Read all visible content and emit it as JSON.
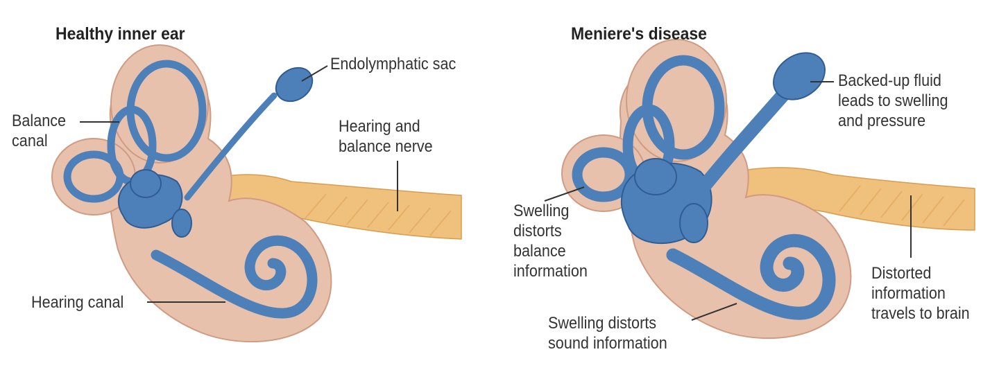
{
  "colors": {
    "tissue": "#e8c1ac",
    "tissue_edge": "#cf9b82",
    "fluid": "#4d80b8",
    "fluid_edge": "#2f5d93",
    "nerve": "#f0c07d",
    "nerve_edge": "#d99c4c",
    "leader": "#333333"
  },
  "healthy": {
    "title": "Healthy inner ear",
    "labels": {
      "balance_canal": [
        "Balance",
        "canal"
      ],
      "endolymphatic_sac": [
        "Endolymphatic sac"
      ],
      "nerve": [
        "Hearing and",
        "balance nerve"
      ],
      "hearing_canal": [
        "Hearing canal"
      ]
    }
  },
  "meniere": {
    "title": "Meniere's disease",
    "labels": {
      "backed_up_fluid": [
        "Backed-up fluid",
        "leads to swelling",
        "and pressure"
      ],
      "balance_swelling": [
        "Swelling",
        "distorts",
        "balance",
        "information"
      ],
      "distorted_info": [
        "Distorted",
        "information",
        "travels to brain"
      ],
      "sound_swelling": [
        "Swelling distorts",
        "sound information"
      ]
    }
  }
}
